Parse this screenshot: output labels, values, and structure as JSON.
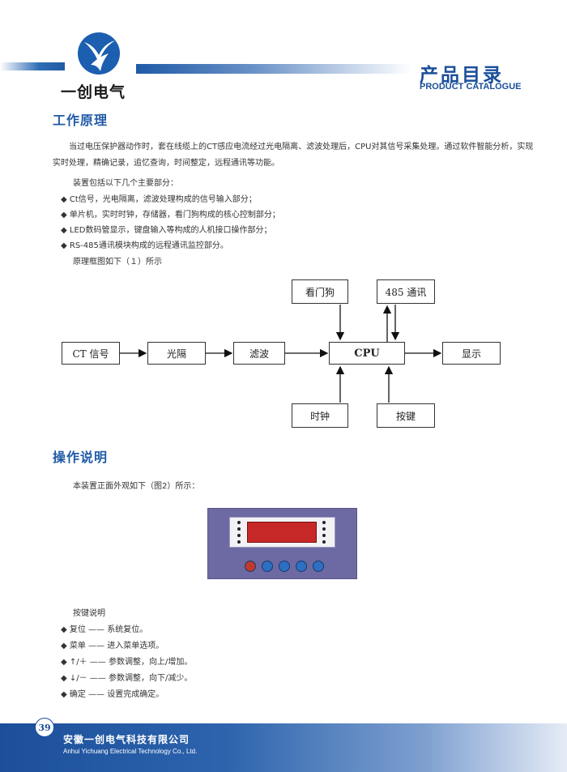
{
  "header": {
    "brand_name": "一创电气",
    "catalog_title": "产品目录",
    "catalog_subtitle": "PRODUCT CATALOGUE"
  },
  "section1": {
    "title": "工作原理",
    "paragraph": "当过电压保护器动作时，套在线缆上的CT感应电流经过光电隔离、滤波处理后，CPU对其信号采集处理。通过软件智能分析，实现实时处理，精确记录，追忆查询，时间整定，远程通讯等功能。",
    "intro": "装置包括以下几个主要部分：",
    "bullets": [
      "◆ Ct信号，光电隔离，滤波处理构成的信号输入部分；",
      "◆ 单片机，实时时钟，存储器，看门狗构成的核心控制部分；",
      "◆ LED数码管显示，键盘输入等构成的人机接口操作部分；",
      "◆ RS-485通讯模块构成的远程通讯监控部分。"
    ],
    "diagram_caption": "原理框图如下（１）所示"
  },
  "diagram": {
    "ct": "CT 信号",
    "opto": "光隔",
    "filter": "滤波",
    "cpu": "CPU",
    "display": "显示",
    "watchdog": "看门狗",
    "comm": "485 通讯",
    "clock": "时钟",
    "keys": "按键"
  },
  "section2": {
    "title": "操作说明",
    "intro": "本装置正面外观如下（图2）所示：",
    "keys_title": "按键说明",
    "keys": [
      "◆ 复位 —— 系统复位。",
      "◆ 菜单 —— 进入菜单选项。",
      "◆ ↑/＋ —— 参数调整，向上/增加。",
      "◆ ↓/－ —— 参数调整，向下/减少。",
      "◆ 确定 —— 设置完成确定。"
    ]
  },
  "panel": {
    "colors": {
      "body": "#6d6aa3",
      "lcd": "#c62828",
      "reset": "#c0392b",
      "key": "#2e6fc4"
    }
  },
  "footer": {
    "page_number": "39",
    "company_cn": "安徽一创电气科技有限公司",
    "company_en": "Anhui Yichuang Electrical Technology Co., Ltd."
  },
  "colors": {
    "brand": "#1f5aa6",
    "text": "#333333"
  }
}
